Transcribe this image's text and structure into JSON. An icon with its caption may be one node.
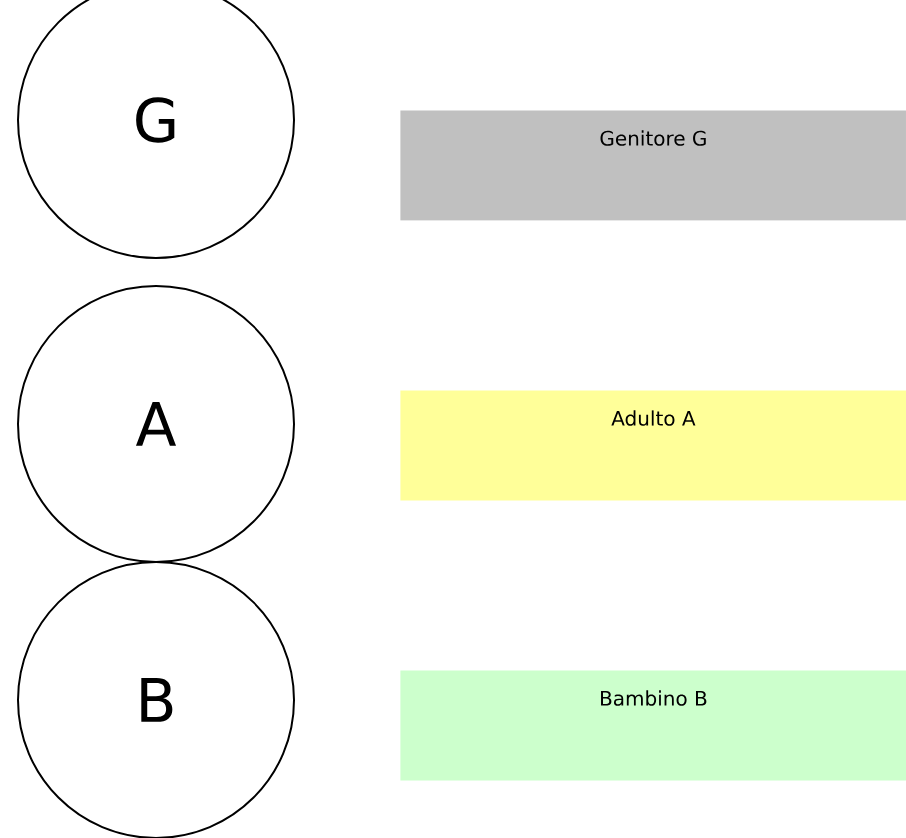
{
  "diagram": {
    "nodes": [
      {
        "text": [
          "G"
        ]
      },
      {
        "text": [
          "Genitore G"
        ]
      },
      {
        "text": [
          "A"
        ]
      },
      {
        "text": [
          "Adulto A"
        ]
      },
      {
        "text": [
          "B"
        ]
      },
      {
        "text": [
          "Bambino B"
        ]
      }
    ]
  }
}
